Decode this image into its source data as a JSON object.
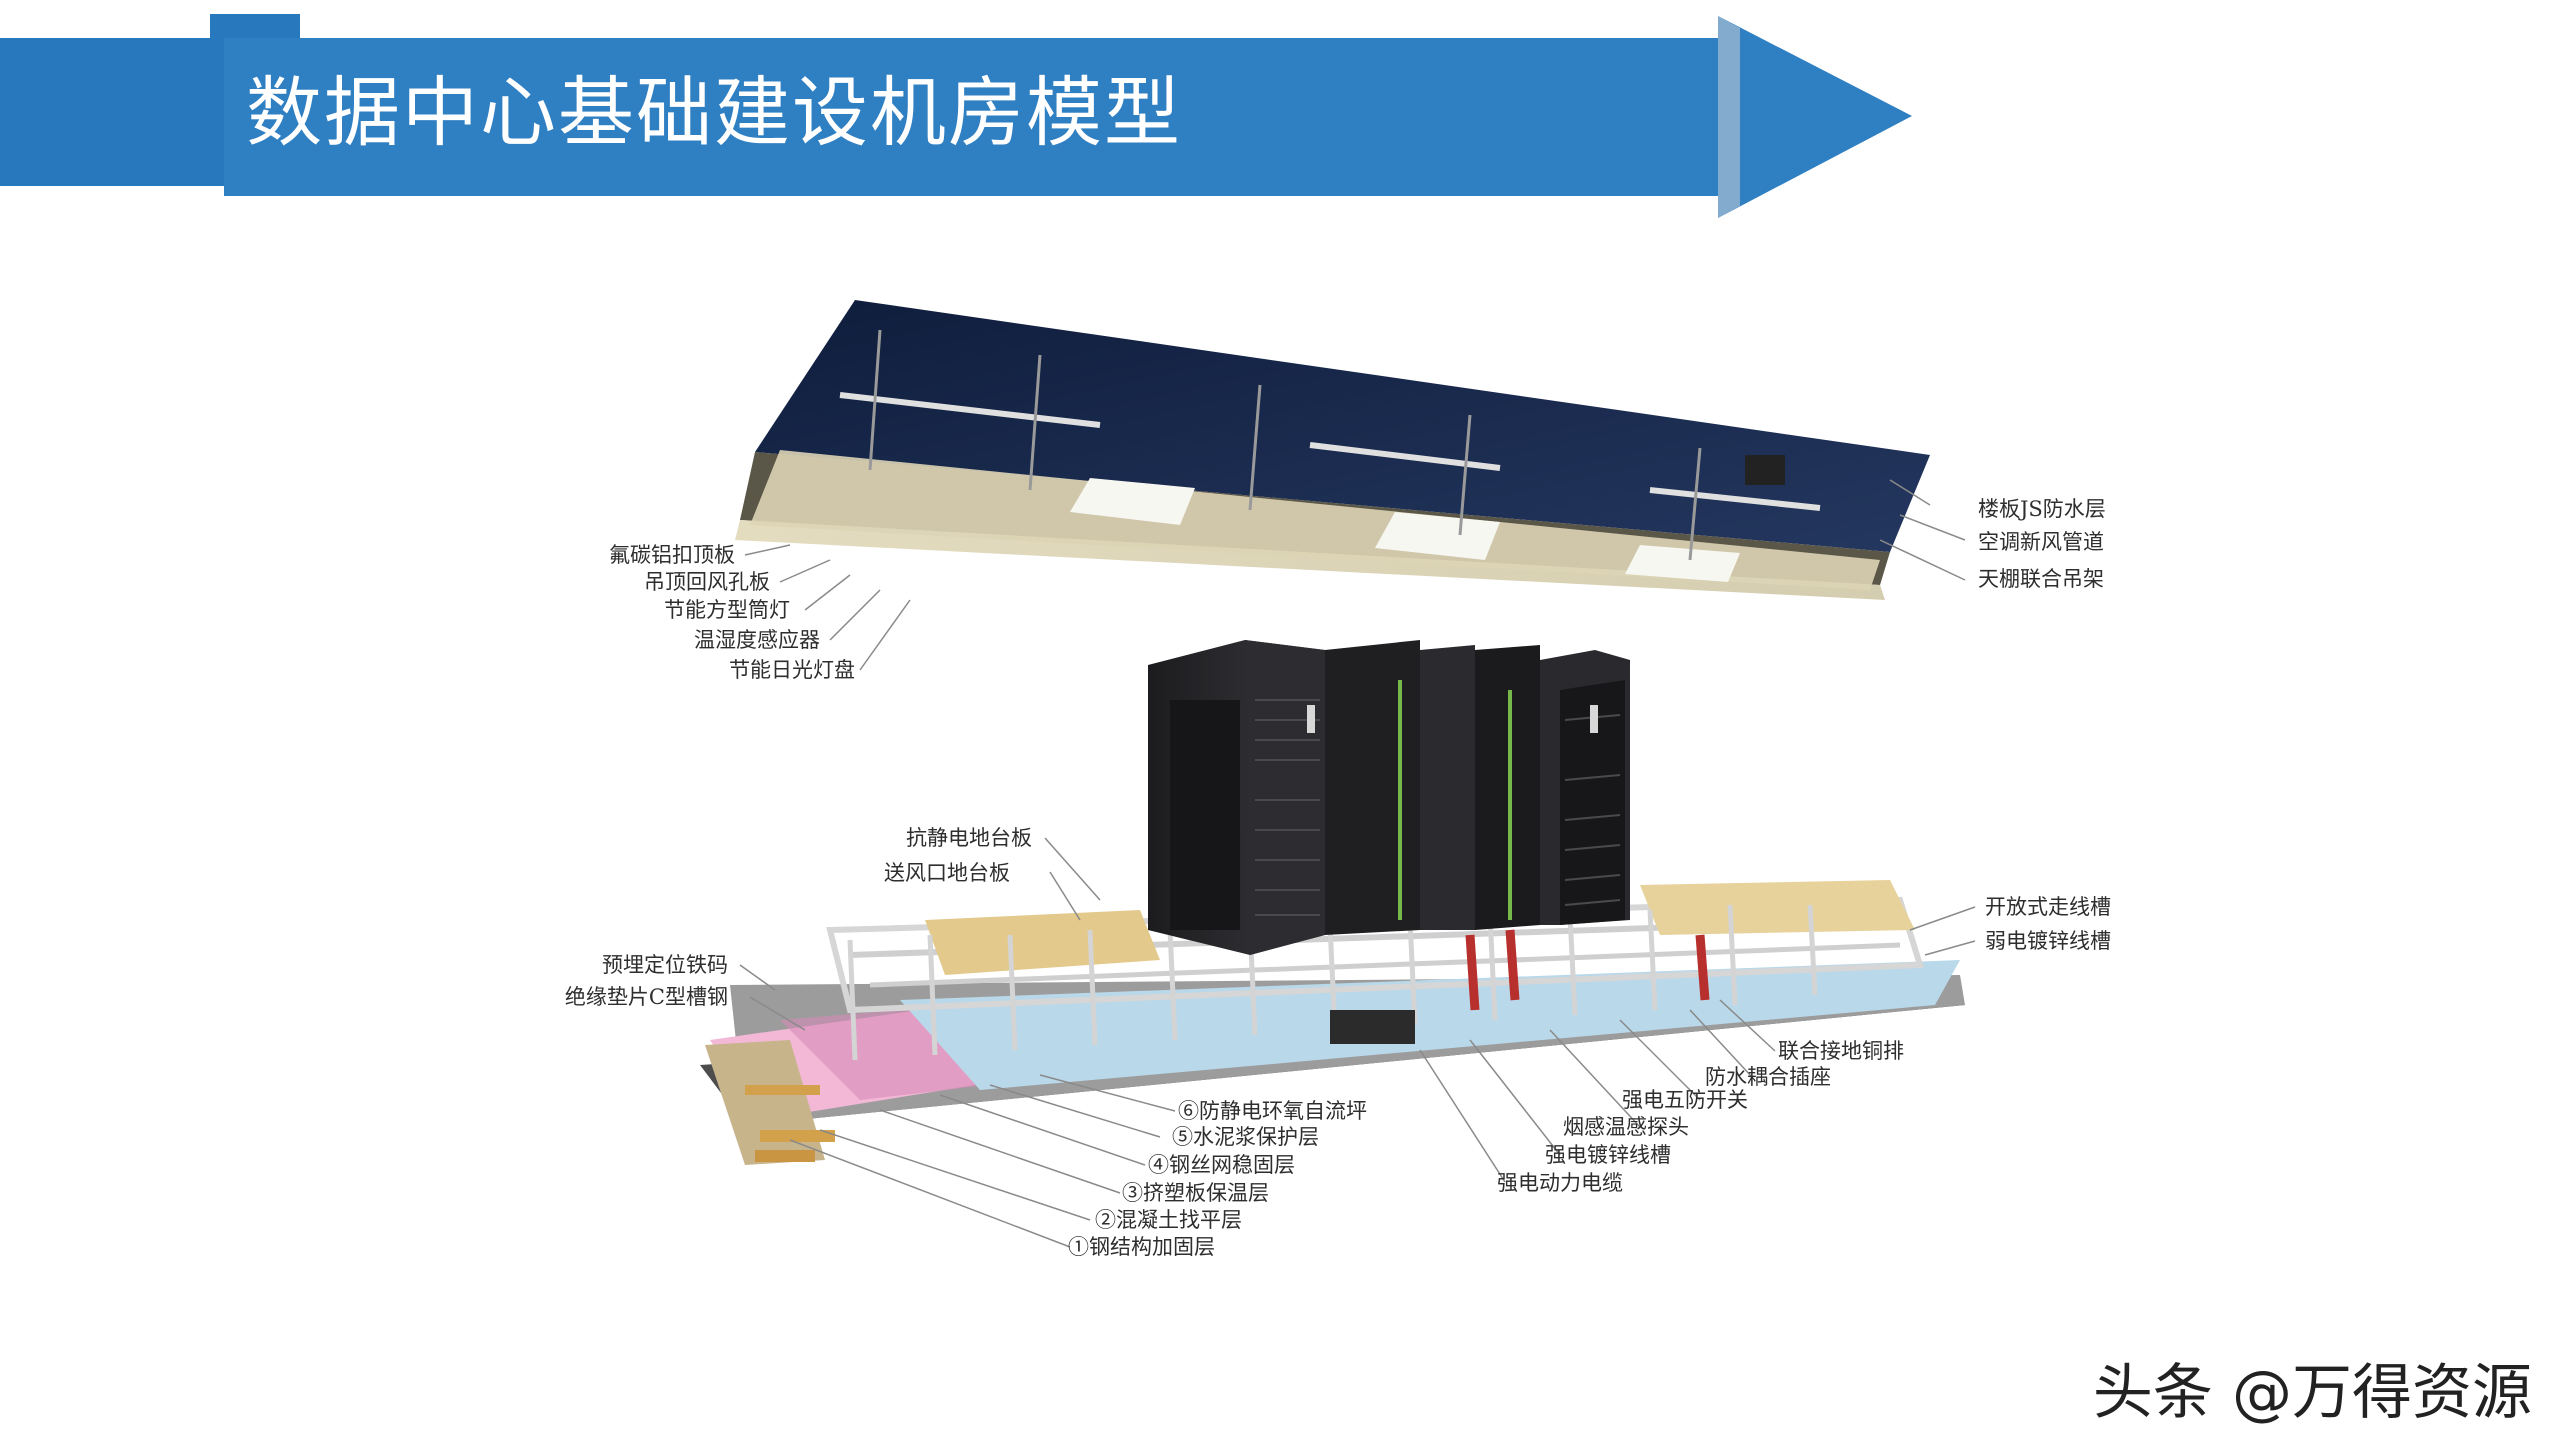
{
  "slide": {
    "title": "数据中心基础建设机房模型",
    "accent_color": "#2878be"
  },
  "diagram": {
    "ceiling_labels_left": [
      "氟碳铝扣顶板",
      "吊顶回风孔板",
      "节能方型筒灯",
      "温湿度感应器",
      "节能日光灯盘"
    ],
    "ceiling_labels_right": [
      "楼板JS防水层",
      "空调新风管道",
      "天棚联合吊架"
    ],
    "floor_labels_left": [
      "抗静电地台板",
      "送风口地台板",
      "预埋定位铁码",
      "绝缘垫片C型槽钢"
    ],
    "floor_labels_right": [
      "开放式走线槽",
      "弱电镀锌线槽"
    ],
    "bottom_labels_right": [
      "联合接地铜排",
      "防水耦合插座",
      "强电五防开关",
      "烟感温感探头",
      "强电镀锌线槽",
      "强电动力电缆"
    ],
    "layer_labels": [
      "⑥防静电环氧自流坪",
      "⑤水泥浆保护层",
      "④钢丝网稳固层",
      "③挤塑板保温层",
      "②混凝土找平层",
      "①钢结构加固层"
    ]
  },
  "watermark": "头条 @万得资源"
}
